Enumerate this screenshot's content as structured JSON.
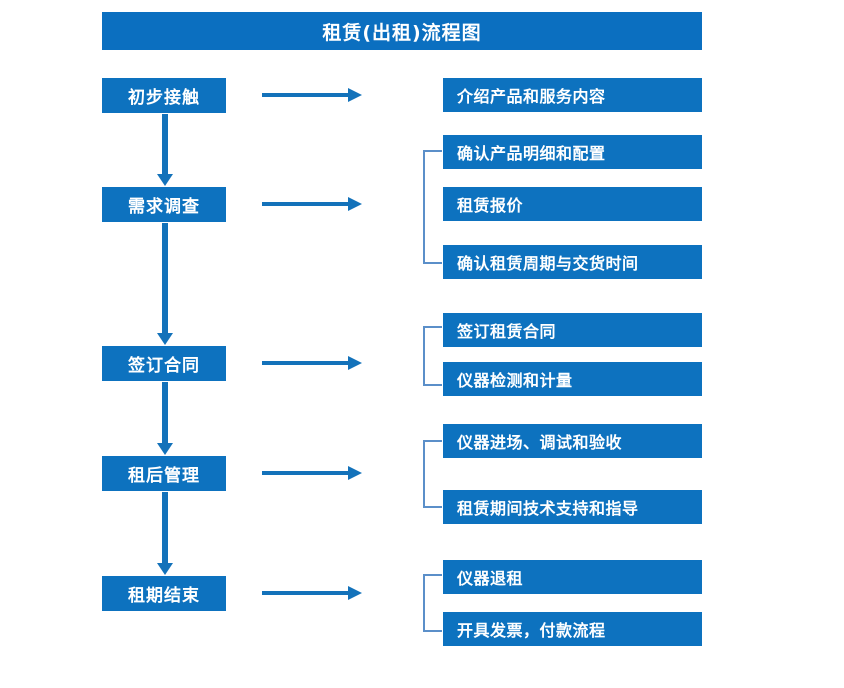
{
  "title": "租赁(出租)流程图",
  "colors": {
    "banner": "#0b6fc0",
    "box": "#0d72bf",
    "arrow": "#1372ba",
    "bracket": "#5b8fc9",
    "text": "#ffffff",
    "background": "#ffffff"
  },
  "stages": [
    {
      "label": "初步接触"
    },
    {
      "label": "需求调查"
    },
    {
      "label": "签订合同"
    },
    {
      "label": "租后管理"
    },
    {
      "label": "租期结束"
    }
  ],
  "details": [
    {
      "label": "介绍产品和服务内容"
    },
    {
      "label": "确认产品明细和配置"
    },
    {
      "label": "租赁报价"
    },
    {
      "label": "确认租赁周期与交货时间"
    },
    {
      "label": "签订租赁合同"
    },
    {
      "label": "仪器检测和计量"
    },
    {
      "label": "仪器进场、调试和验收"
    },
    {
      "label": "租赁期间技术支持和指导"
    },
    {
      "label": "仪器退租"
    },
    {
      "label": "开具发票，付款流程"
    }
  ]
}
